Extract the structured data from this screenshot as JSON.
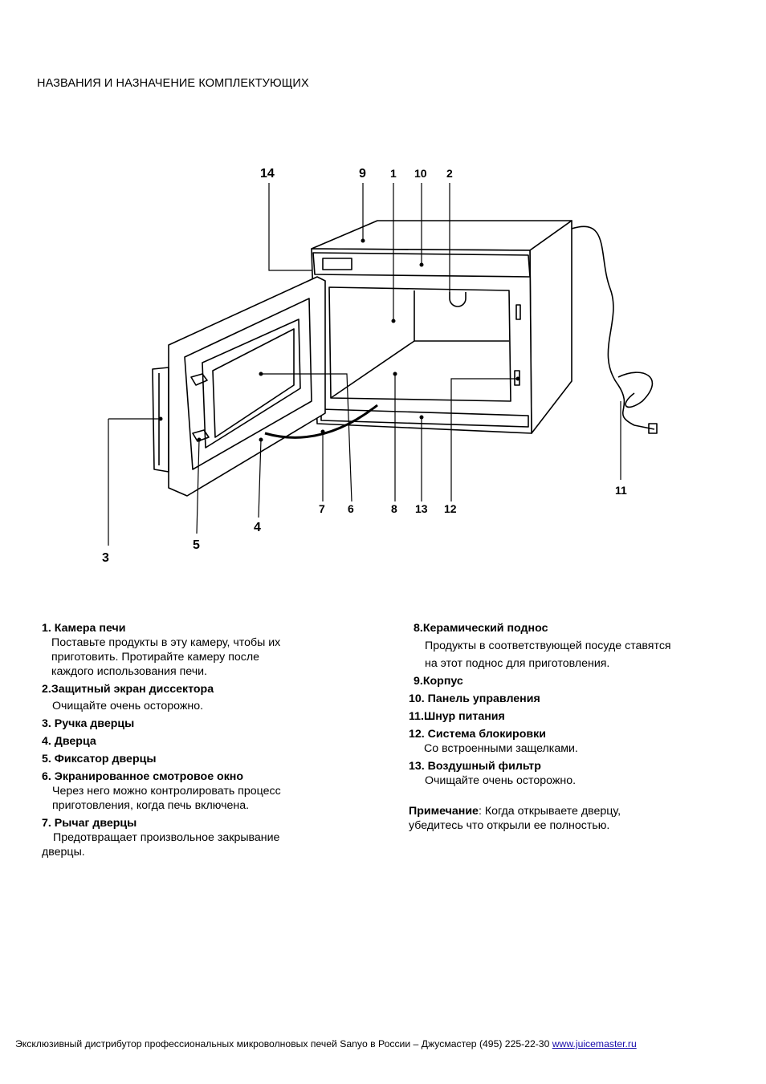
{
  "title": "НАЗВАНИЯ И НАЗНАЧЕНИЕ КОМПЛЕКТУЮЩИХ",
  "callouts": {
    "c1": "1",
    "c2": "2",
    "c3": "3",
    "c4": "4",
    "c5": "5",
    "c6": "6",
    "c7": "7",
    "c8": "8",
    "c9": "9",
    "c10": "10",
    "c11": "11",
    "c12": "12",
    "c13": "13",
    "c14": "14"
  },
  "left_items": [
    {
      "title": "1. Камера печи",
      "desc": [
        "Поставьте продукты в эту камеру, чтобы их",
        "приготовить. Протирайте камеру после",
        "каждого использования печи."
      ]
    },
    {
      "title": "2.Защитный экран диссектора",
      "desc": [
        "Очищайте очень осторожно."
      ]
    },
    {
      "title": "3. Ручка дверцы",
      "desc": []
    },
    {
      "title": "4. Дверца",
      "desc": []
    },
    {
      "title": "5. Фиксатор дверцы",
      "desc": []
    },
    {
      "title": "6. Экранированное смотровое окно",
      "desc": [
        "Через него можно контролировать процесс",
        "приготовления, когда печь включена."
      ]
    },
    {
      "title": "7. Рычаг дверцы",
      "desc": [
        "Предотвращает произвольное закрывание",
        "дверцы."
      ]
    }
  ],
  "right_items": [
    {
      "title": "8.Керамический поднос",
      "desc": [
        "Продукты в соответствующей посуде ставятся",
        "на этот поднос для приготовления."
      ]
    },
    {
      "title": "9.Корпус",
      "desc": []
    },
    {
      "title": "10. Панель управления",
      "desc": []
    },
    {
      "title": "11.Шнур питания",
      "desc": []
    },
    {
      "title": "12. Система блокировки",
      "desc": [
        "Со встроенными защелками."
      ]
    },
    {
      "title": "13. Воздушный фильтр",
      "desc": [
        "Очищайте очень осторожно."
      ]
    }
  ],
  "note": {
    "label": "Примечание",
    "text_line1": ": Когда открываете дверцу,",
    "text_line2": "убедитесь что открыли ее полностью."
  },
  "footer": {
    "text": "Эксклюзивный дистрибутор профессиональных микроволновых печей Sanyo в России – Джусмастер (495) 225-22-30 ",
    "link": "www.juicemaster.ru"
  }
}
